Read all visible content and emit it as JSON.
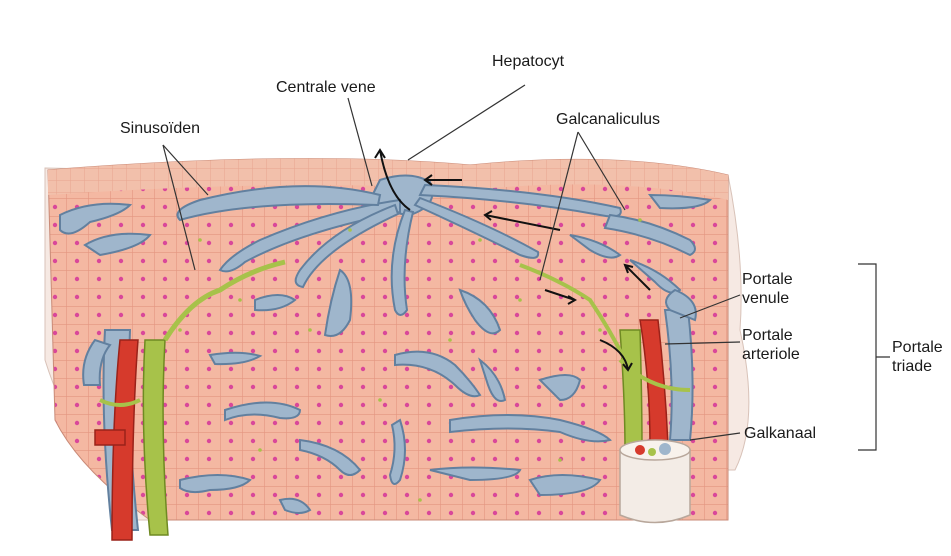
{
  "labels": {
    "hepatocyt": "Hepatocyt",
    "centrale_vene": "Centrale vene",
    "sinusoiden": "Sinusoïden",
    "galcanaliculus": "Galcanaliculus",
    "portale_venule": "Portale\nvenule",
    "portale_arteriole": "Portale\narteriole",
    "portale_triade": "Portale\ntriade",
    "galkanaal": "Galkanaal"
  },
  "colors": {
    "hepatocyte_tissue": "#f4b8a2",
    "cell_border": "#e39580",
    "nucleus": "#d9479a",
    "vein": "#9fb6cc",
    "vein_edge": "#62809f",
    "artery": "#d63a2c",
    "bile_duct": "#a7c24a",
    "capsule": "#f6e9e3"
  }
}
